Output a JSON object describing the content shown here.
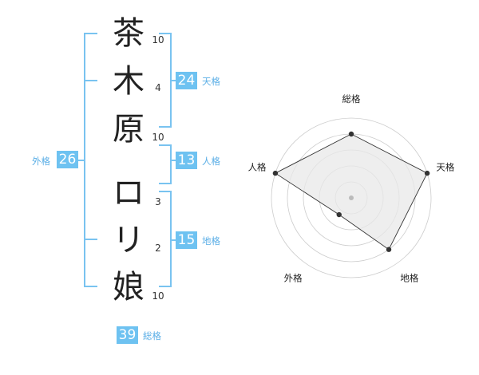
{
  "name_chars": [
    "茶",
    "木",
    "原",
    "ロ",
    "リ",
    "娘"
  ],
  "strokes": [
    "10",
    "4",
    "10",
    "3",
    "2",
    "10"
  ],
  "fortunes": {
    "tenkaku": {
      "value": "24",
      "label": "天格"
    },
    "jinkaku": {
      "value": "13",
      "label": "人格"
    },
    "chikaku": {
      "value": "15",
      "label": "地格"
    },
    "gaikaku": {
      "value": "26",
      "label": "外格"
    },
    "soukaku": {
      "value": "39",
      "label": "総格"
    }
  },
  "chart_data": {
    "type": "radar",
    "axes": [
      "総格",
      "天格",
      "地格",
      "外格",
      "人格"
    ],
    "values": [
      4,
      5,
      4,
      1.3,
      5
    ],
    "rings": 5,
    "max": 5,
    "colors": {
      "fill": "#e8e8e8",
      "stroke": "#333333",
      "grid": "#cccccc",
      "point": "#333333",
      "center": "#bbbbbb"
    }
  }
}
